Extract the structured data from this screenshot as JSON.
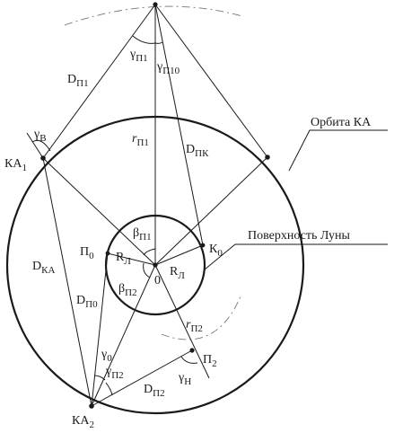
{
  "labels": {
    "orbit": "Орбита КА",
    "surface": "Поверхность Луны",
    "ka1": "КА",
    "ka1_sub": "1",
    "ka2": "КА",
    "ka2_sub": "2",
    "p0": "П",
    "p0_sub": "0",
    "k0": "К",
    "k0_sub": "0",
    "p2": "П",
    "p2_sub": "2",
    "center": "0",
    "r_moon_left": "R",
    "r_moon_left_sub": "Л",
    "r_moon_right": "R",
    "r_moon_right_sub": "Л",
    "r_p1": "r",
    "r_p1_sub": "П1",
    "r_p2": "r",
    "r_p2_sub": "П2",
    "d_p1": "D",
    "d_p1_sub": "П1",
    "d_pk": "D",
    "d_pk_sub": "ПК",
    "d_ka": "D",
    "d_ka_sub": "КА",
    "d_p0": "D",
    "d_p0_sub": "П0",
    "d_p2": "D",
    "d_p2_sub": "П2",
    "gamma_p1": "γ",
    "gamma_p1_sub": "П1",
    "gamma_p10": "γ",
    "gamma_p10_sub": "П10",
    "gamma_b": "γ",
    "gamma_b_sub": "В",
    "gamma_0": "γ",
    "gamma_0_sub": "0",
    "gamma_p2": "γ",
    "gamma_p2_sub": "П2",
    "gamma_h": "γ",
    "gamma_h_sub": "Н",
    "beta_p1": "β",
    "beta_p1_sub": "П1",
    "beta_p2": "β",
    "beta_p2_sub": "П2"
  }
}
